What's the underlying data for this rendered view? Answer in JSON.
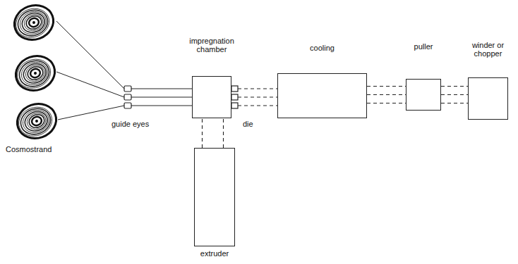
{
  "diagram": {
    "nodes": [
      {
        "text": [
          "impregnation chamber"
        ]
      },
      {
        "text": [
          "cooling"
        ]
      },
      {
        "text": [
          "puller"
        ]
      },
      {
        "text": [
          "winder or chopper"
        ]
      },
      {
        "text": [
          "extruder"
        ]
      }
    ],
    "edges": [
      {
        "from": 4,
        "to": 0,
        "arrow": "none"
      },
      {
        "from": 0,
        "to": 1,
        "arrow": "none"
      },
      {
        "from": 1,
        "to": 2,
        "arrow": "none"
      },
      {
        "from": 2,
        "to": 3,
        "arrow": "none"
      }
    ],
    "labels": [
      "guide eyes",
      "Cosmostrand",
      "die"
    ]
  }
}
